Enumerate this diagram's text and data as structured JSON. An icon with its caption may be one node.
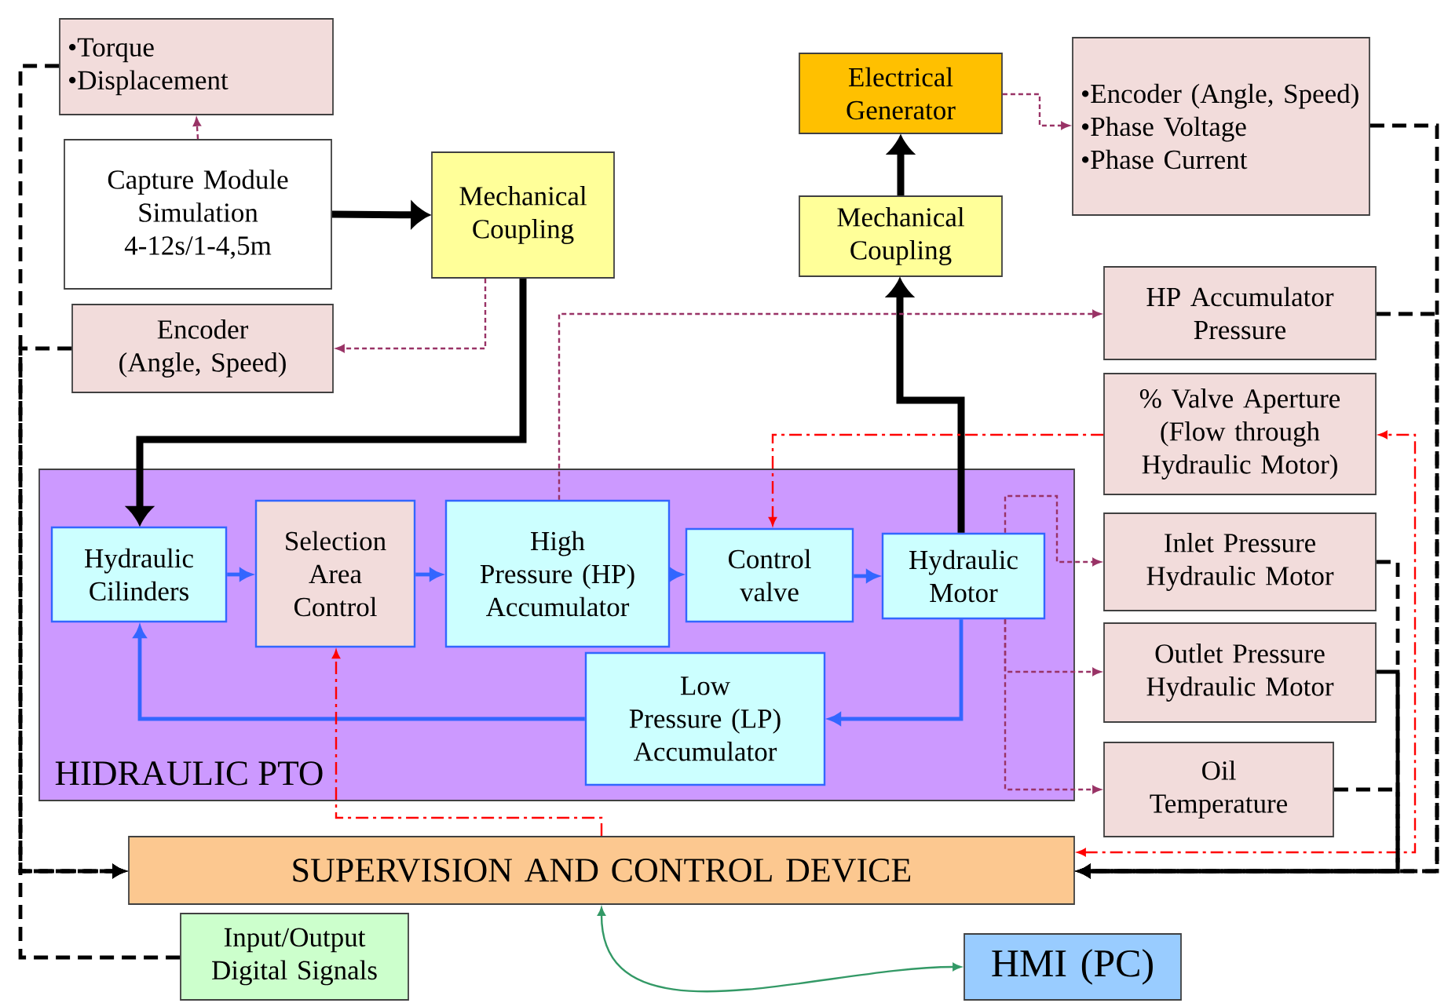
{
  "diagram": {
    "nodes": [
      {
        "text": [
          "•Torque",
          "•Displacement"
        ]
      },
      {
        "text": [
          "Capture Module Simulation 4-12s/1-4,5m"
        ]
      },
      {
        "text": [
          "Mechanical Coupling"
        ]
      },
      {
        "text": [
          "Encoder (Angle, Speed)"
        ]
      },
      {
        "text": [
          "Electrical Generator"
        ]
      },
      {
        "text": [
          "Mechanical Coupling"
        ]
      },
      {
        "text": [
          "•Encoder (Angle, Speed)",
          "•Phase Voltage",
          "•Phase Current"
        ]
      },
      {
        "text": [
          "HP Accumulator Pressure"
        ]
      },
      {
        "text": [
          "% Valve Aperture (Flow through Hydraulic Motor)"
        ]
      },
      {
        "text": [
          "Inlet Pressure Hydraulic Motor"
        ]
      },
      {
        "text": [
          "Outlet Pressure Hydraulic Motor"
        ]
      },
      {
        "text": [
          "Oil Temperature"
        ]
      },
      {
        "text": [
          "HIDRAULIC PTO"
        ]
      },
      {
        "text": [
          "Hydraulic Cilinders"
        ],
        "in": 12
      },
      {
        "text": [
          "Selection Area Control"
        ],
        "in": 12
      },
      {
        "text": [
          "High Pressure (HP) Accumulator"
        ],
        "in": 12
      },
      {
        "text": [
          "Control valve"
        ],
        "in": 12
      },
      {
        "text": [
          "Hydraulic Motor"
        ],
        "in": 12
      },
      {
        "text": [
          "Low Pressure (LP) Accumulator"
        ],
        "in": 12
      },
      {
        "text": [
          "SUPERVISION AND CONTROL DEVICE"
        ]
      },
      {
        "text": [
          "Input/Output Digital Signals"
        ]
      },
      {
        "text": [
          "HMI (PC)"
        ]
      }
    ],
    "edges": [
      {
        "from": 1,
        "to": 0,
        "arrow": "to",
        "style": "dashed",
        "color": "#993366"
      },
      {
        "from": 1,
        "to": 2,
        "arrow": "to",
        "style": "thick"
      },
      {
        "from": 2,
        "to": 3,
        "arrow": "to",
        "style": "dashed",
        "color": "#993366"
      },
      {
        "from": 2,
        "to": 13,
        "arrow": "to",
        "style": "thick"
      },
      {
        "from": 5,
        "to": 4,
        "arrow": "to",
        "style": "thick"
      },
      {
        "from": 17,
        "to": 5,
        "arrow": "to",
        "style": "thick"
      },
      {
        "from": 4,
        "to": 6,
        "arrow": "to",
        "style": "dashed",
        "color": "#993366"
      },
      {
        "from": 15,
        "to": 7,
        "arrow": "to",
        "style": "dashed",
        "color": "#993366"
      },
      {
        "from": 13,
        "to": 14,
        "arrow": "to",
        "color": "#3366ff"
      },
      {
        "from": 14,
        "to": 15,
        "arrow": "to",
        "color": "#3366ff"
      },
      {
        "from": 15,
        "to": 16,
        "arrow": "to",
        "color": "#3366ff"
      },
      {
        "from": 16,
        "to": 17,
        "arrow": "to",
        "color": "#3366ff"
      },
      {
        "from": 17,
        "to": 18,
        "arrow": "to",
        "color": "#3366ff"
      },
      {
        "from": 18,
        "to": 13,
        "arrow": "to",
        "color": "#3366ff"
      },
      {
        "from": 17,
        "to": 9,
        "arrow": "to",
        "style": "dashed",
        "color": "#993366"
      },
      {
        "from": 17,
        "to": 10,
        "arrow": "to",
        "style": "dashed",
        "color": "#993366"
      },
      {
        "from": 17,
        "to": 11,
        "arrow": "to",
        "style": "dashed",
        "color": "#993366"
      },
      {
        "from": 19,
        "to": 14,
        "arrow": "to",
        "style": "dashed",
        "color": "#ff0000"
      },
      {
        "from": 19,
        "to": 8,
        "arrow": "both",
        "style": "dashed",
        "color": "#ff0000"
      },
      {
        "from": 8,
        "to": 16,
        "arrow": "to",
        "style": "dashed",
        "color": "#ff0000"
      },
      {
        "from": 0,
        "to": 19,
        "arrow": "to",
        "style": "dashed"
      },
      {
        "from": 3,
        "to": 19,
        "arrow": "to",
        "style": "dashed"
      },
      {
        "from": 20,
        "to": 19,
        "arrow": "to",
        "style": "dashed"
      },
      {
        "from": 6,
        "to": 19,
        "arrow": "to",
        "style": "dashed"
      },
      {
        "from": 7,
        "to": 19,
        "arrow": "to",
        "style": "dashed"
      },
      {
        "from": 9,
        "to": 19,
        "arrow": "to",
        "style": "dashed"
      },
      {
        "from": 10,
        "to": 19,
        "arrow": "to"
      },
      {
        "from": 11,
        "to": 19,
        "arrow": "to",
        "style": "dashed"
      },
      {
        "from": 19,
        "to": 21,
        "arrow": "both",
        "color": "#339966"
      }
    ]
  }
}
